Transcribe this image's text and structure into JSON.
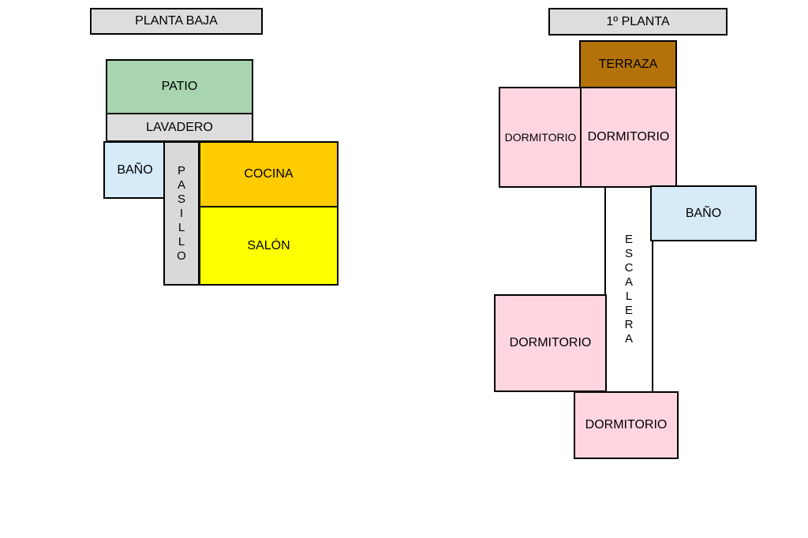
{
  "planta_baja": {
    "title": "PLANTA BAJA",
    "rooms": {
      "patio": "PATIO",
      "lavadero": "LAVADERO",
      "bano": "BAÑO",
      "pasillo": "PASILLO",
      "cocina": "COCINA",
      "salon": "SALÓN"
    }
  },
  "primera_planta": {
    "title": "1º PLANTA",
    "rooms": {
      "terraza": "TERRAZA",
      "dormitorio_1": "DORMITORIO",
      "dormitorio_2": "DORMITORIO",
      "bano": "BAÑO",
      "escalera": "ESCALERA",
      "dormitorio_3": "DORMITORIO",
      "dormitorio_4": "DORMITORIO"
    }
  },
  "colors": {
    "label_bg": "#dddddd",
    "patio": "#a8d5b0",
    "lavadero": "#dddddd",
    "bano": "#d6eaf8",
    "pasillo": "#d9d9d9",
    "cocina": "#ffcc00",
    "salon": "#ffff00",
    "terraza": "#b3730a",
    "dormitorio": "#ffd6e0",
    "escalera": "#ffffff"
  }
}
